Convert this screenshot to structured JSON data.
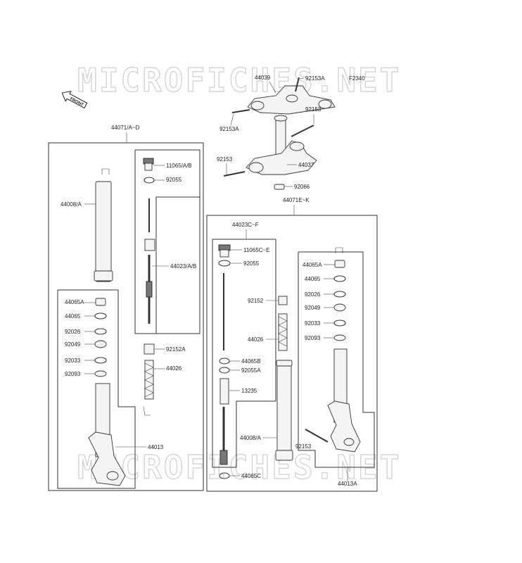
{
  "watermark": "MICROFICHES.NET",
  "front_label": "FRONT",
  "ref_code": "F2340",
  "labels": {
    "l44039": "44039",
    "l92153A_top": "92153A",
    "l92153A_left": "92153A",
    "l92153_right": "92153",
    "l92153_left": "92153",
    "l44037": "44037",
    "l92066": "92066",
    "l44071AD": "44071/A~D",
    "l44071EK": "44071E~K",
    "l11065AB": "11065/A/B",
    "l92055_a": "92055",
    "l44008A": "44008/A",
    "l44023AB": "44023/A/B",
    "l44065A_a": "44065A",
    "l44065_a": "44065",
    "l92026_a": "92026",
    "l92049_a": "92049",
    "l92033_a": "92033",
    "l92093_a": "92093",
    "l92152A": "92152A",
    "l44026_a": "44026",
    "l44013": "44013",
    "l44023CF": "44023C~F",
    "l11065CE": "11065C~E",
    "l92055_b": "92055",
    "l92152": "92152",
    "l44026_b": "44026",
    "l44065B": "44065B",
    "l92055A": "92055A",
    "l13235": "13235",
    "l44008A_b": "44008/A",
    "l44065C": "44065C",
    "l44065A_b": "44065A",
    "l44065_b": "44065",
    "l92026_b": "92026",
    "l92049_b": "92049",
    "l92033_b": "92033",
    "l92093_b": "92093",
    "l92153_bottom": "92153",
    "l44013A": "44013A"
  }
}
